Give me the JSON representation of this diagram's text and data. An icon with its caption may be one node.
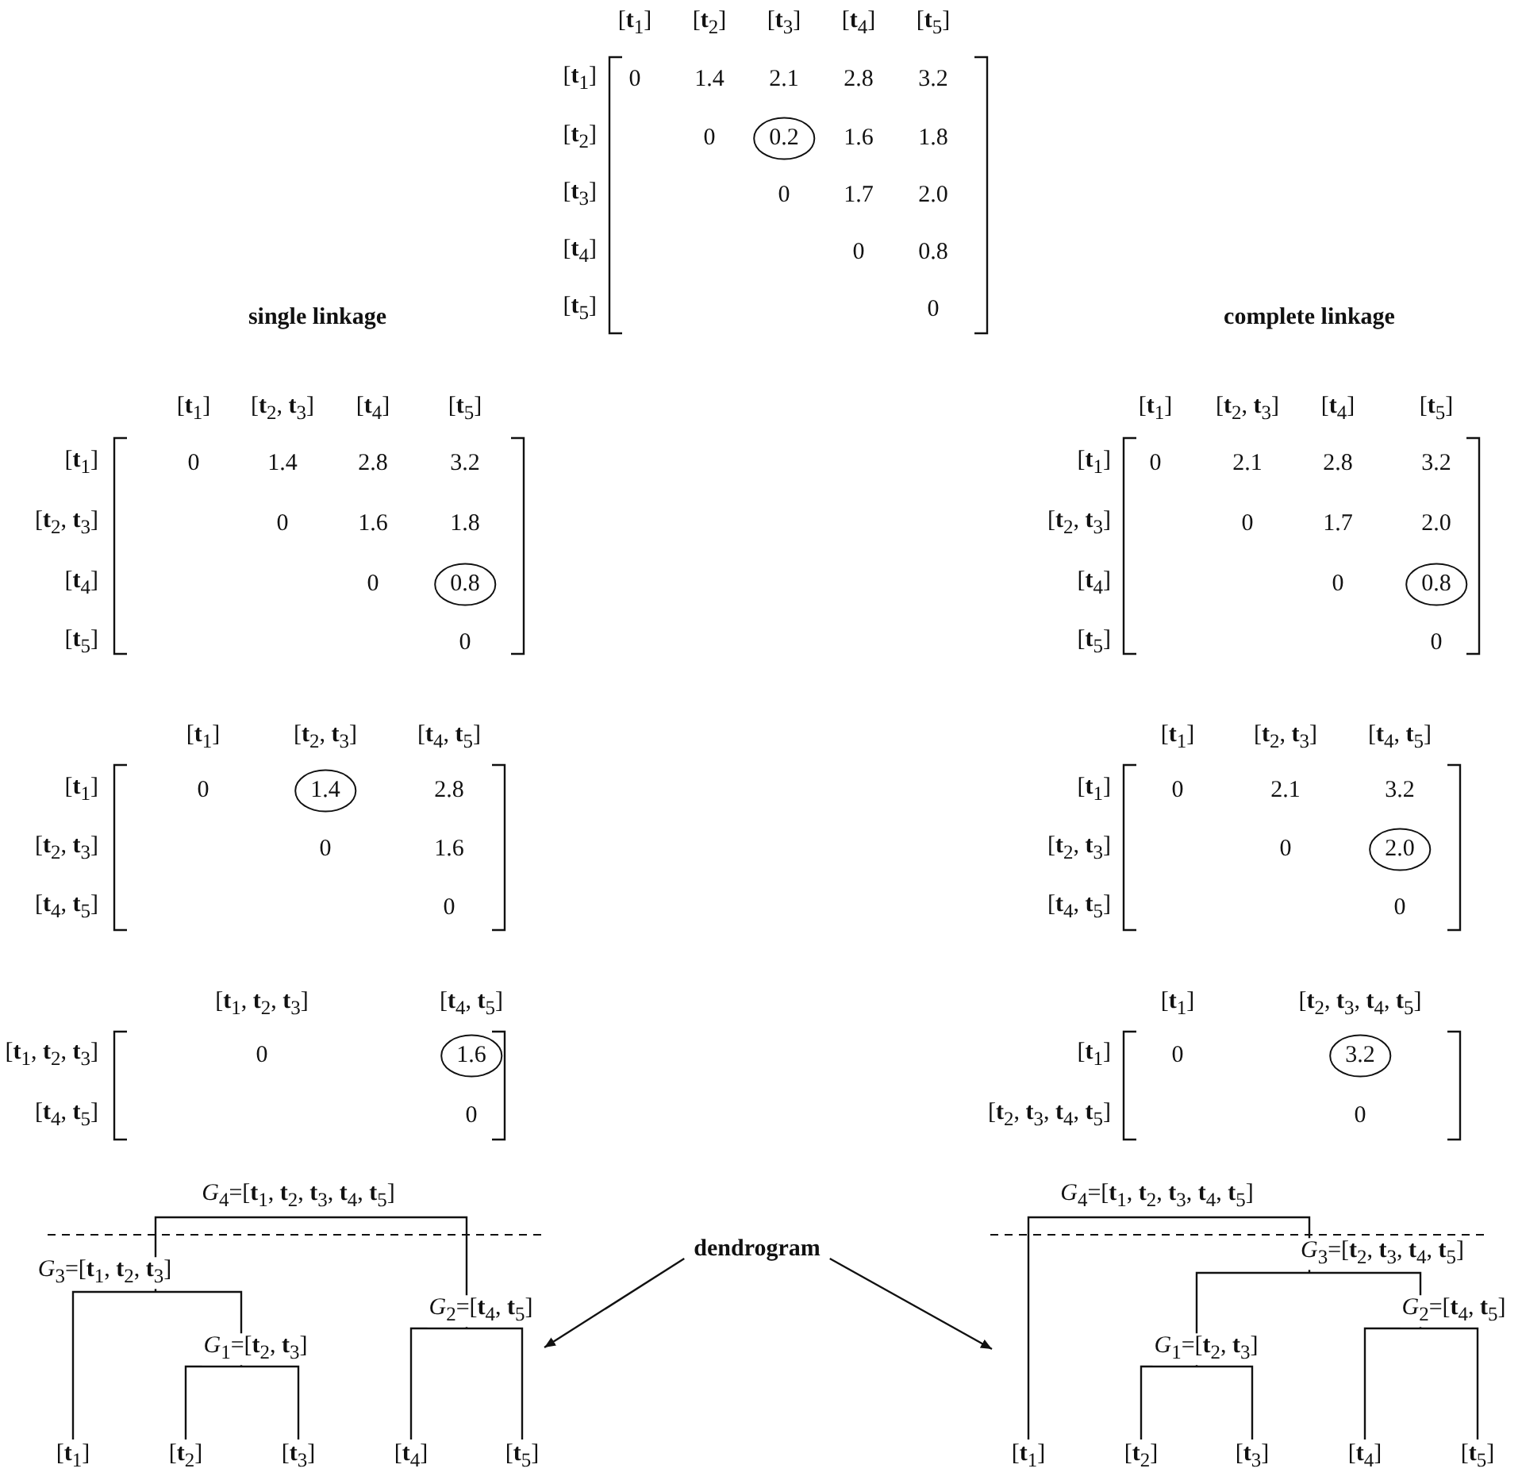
{
  "diagram": {
    "nodes": [
      {
        "text": [
          "0.2"
        ]
      },
      {
        "text": [
          "0.8"
        ]
      },
      {
        "text": [
          "0.8"
        ]
      },
      {
        "text": [
          "1.4"
        ]
      },
      {
        "text": [
          "2.0"
        ]
      },
      {
        "text": [
          "1.6"
        ]
      },
      {
        "text": [
          "3.2"
        ]
      },
      {
        "text": [
          "dendrogram"
        ]
      },
      {
        "text": [],
        "shape": "tree"
      },
      {
        "text": [],
        "shape": "tree"
      }
    ],
    "edges": [
      {
        "from": 7,
        "to": 8,
        "arrow": "to"
      },
      {
        "from": 7,
        "to": 9,
        "arrow": "to"
      }
    ],
    "labels": [
      "[**t**$_{1}$]",
      "[**t**$_{2}$]",
      "[**t**$_{3}$]",
      "[**t**$_{4}$]",
      "[**t**$_{5}$]",
      "[**t**$_{1}$]",
      "0",
      "1.4",
      "2.1",
      "2.8",
      "3.2",
      "[**t**$_{2}$]",
      "0",
      "1.6",
      "1.8",
      "[**t**$_{3}$]",
      "0",
      "1.7",
      "2.0",
      "[**t**$_{4}$]",
      "0",
      "0.8",
      "[**t**$_{5}$]",
      "0",
      "single linkage",
      "complete linkage",
      "[**t**$_{1}$]",
      "[**t**$_{2}$, **t**$_{3}$]",
      "[**t**$_{4}$]",
      "[**t**$_{5}$]",
      "[**t**$_{1}$]",
      "0",
      "1.4",
      "2.8",
      "3.2",
      "[**t**$_{2}$, **t**$_{3}$]",
      "0",
      "1.6",
      "1.8",
      "[**t**$_{4}$]",
      "0",
      "[**t**$_{5}$]",
      "0",
      "[**t**$_{1}$]",
      "[**t**$_{2}$, **t**$_{3}$]",
      "[**t**$_{4}$]",
      "[**t**$_{5}$]",
      "[**t**$_{1}$]",
      "0",
      "2.1",
      "2.8",
      "3.2",
      "[**t**$_{2}$, **t**$_{3}$]",
      "0",
      "1.7",
      "2.0",
      "[**t**$_{4}$]",
      "0",
      "[**t**$_{5}$]",
      "0",
      "[**t**$_{1}$]",
      "[**t**$_{2}$, **t**$_{3}$]",
      "[**t**$_{4}$, **t**$_{5}$]",
      "[**t**$_{1}$]",
      "0",
      "2.8",
      "[**t**$_{2}$, **t**$_{3}$]",
      "0",
      "1.6",
      "[**t**$_{4}$, **t**$_{5}$]",
      "0",
      "[**t**$_{1}$]",
      "[**t**$_{2}$, **t**$_{3}$]",
      "[**t**$_{4}$, **t**$_{5}$]",
      "[**t**$_{1}$]",
      "0",
      "2.1",
      "3.2",
      "[**t**$_{2}$, **t**$_{3}$]",
      "0",
      "[**t**$_{4}$, **t**$_{5}$]",
      "0",
      "[**t**$_{1}$, **t**$_{2}$, **t**$_{3}$]",
      "[**t**$_{4}$, **t**$_{5}$]",
      "[**t**$_{1}$, **t**$_{2}$, **t**$_{3}$]",
      "0",
      "[**t**$_{4}$, **t**$_{5}$]",
      "0",
      "[**t**$_{1}$]",
      "[**t**$_{2}$, **t**$_{3}$, **t**$_{4}$, **t**$_{5}$]",
      "[**t**$_{1}$]",
      "0",
      "[**t**$_{2}$, **t**$_{3}$, **t**$_{4}$, **t**$_{5}$]",
      "0",
      "*G*$_{4}$=[**t**$_{1}$, **t**$_{2}$, **t**$_{3}$, **t**$_{4}$, **t**$_{5}$]",
      "*G*$_{3}$=[**t**$_{1}$, **t**$_{2}$, **t**$_{3}$]",
      "*G*$_{2}$=[**t**$_{4}$, **t**$_{5}$]",
      "*G*$_{1}$=[**t**$_{2}$, **t**$_{3}$]",
      "[**t**$_{1}$]",
      "[**t**$_{2}$]",
      "[**t**$_{3}$]",
      "[**t**$_{4}$]",
      "[**t**$_{5}$]",
      "*G*$_{4}$=[**t**$_{1}$, **t**$_{2}$, **t**$_{3}$, **t**$_{4}$, **t**$_{5}$]",
      "*G*$_{3}$=[**t**$_{2}$, **t**$_{3}$, **t**$_{4}$, **t**$_{5}$]",
      "*G*$_{2}$=[**t**$_{4}$, **t**$_{5}$]",
      "*G*$_{1}$=[**t**$_{2}$, **t**$_{3}$]",
      "[**t**$_{1}$]",
      "[**t**$_{2}$]",
      "[**t**$_{3}$]",
      "[**t**$_{4}$]",
      "[**t**$_{5}$]"
    ]
  }
}
